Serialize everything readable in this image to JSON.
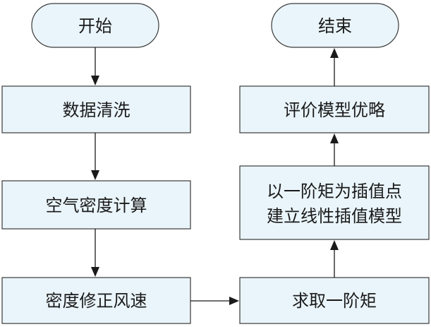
{
  "flowchart": {
    "nodes": {
      "start": "开始",
      "data_cleaning": "数据清洗",
      "air_density": "空气密度计算",
      "density_correction": "密度修正风速",
      "first_order_moment": "求取一阶矩",
      "interp_model_line1": "以一阶矩为插值点",
      "interp_model_line2": "建立线性插值模型",
      "model_evaluation": "评价模型优略",
      "end": "结束"
    },
    "edges": [
      [
        "start",
        "data_cleaning"
      ],
      [
        "data_cleaning",
        "air_density"
      ],
      [
        "air_density",
        "density_correction"
      ],
      [
        "density_correction",
        "first_order_moment"
      ],
      [
        "first_order_moment",
        "interp_model"
      ],
      [
        "interp_model",
        "model_evaluation"
      ],
      [
        "model_evaluation",
        "end"
      ]
    ]
  }
}
